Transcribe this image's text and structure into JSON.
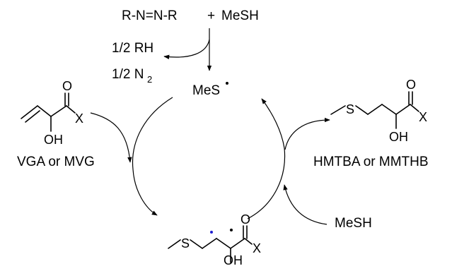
{
  "colors": {
    "text": "#000000",
    "reagent": "#e8141c",
    "vinyl_bond": "#1f1fd1",
    "radical_dot_blue": "#1f1fd1"
  },
  "initiation": {
    "azo": "R-N=N-R",
    "plus": "+",
    "mesh": "MeSH",
    "byproduct_rh": "1/2 RH",
    "byproduct_n2_main": "1/2 N",
    "byproduct_n2_sub": "2"
  },
  "radical": {
    "label": "MeS"
  },
  "substrate": {
    "caption": "VGA or MVG",
    "atom_o": "O",
    "atom_x": "X",
    "atom_oh": "OH"
  },
  "product": {
    "caption": "HMTBA or MMTHB",
    "atom_s": "S",
    "atom_o": "O",
    "atom_x": "X",
    "atom_oh": "OH"
  },
  "intermediate": {
    "atom_s": "S",
    "atom_o": "O",
    "atom_x": "X",
    "atom_oh": "OH"
  },
  "transfer": {
    "mesh": "MeSH"
  }
}
